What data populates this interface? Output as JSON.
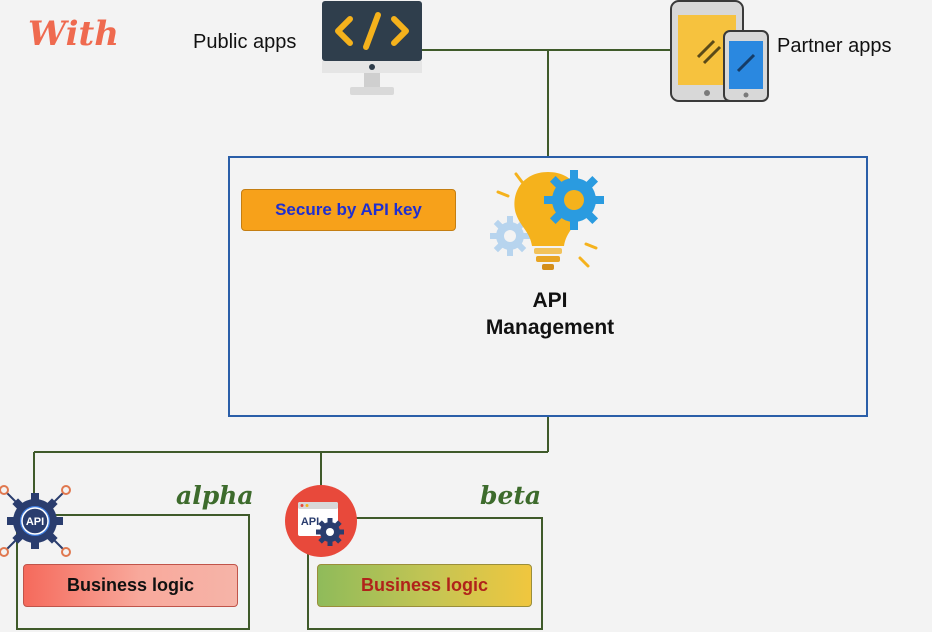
{
  "header": {
    "with_label": "With"
  },
  "clients": {
    "public_label": "Public apps",
    "partner_label": "Partner apps"
  },
  "api_management": {
    "badge_label": "Secure by API key",
    "title_line1": "API",
    "title_line2": "Management"
  },
  "services": [
    {
      "name": "alpha",
      "logic_label": "Business logic",
      "icon_text": "API"
    },
    {
      "name": "beta",
      "logic_label": "Business logic",
      "icon_text": "API"
    }
  ],
  "colors": {
    "accent_with": "#ef6a4f",
    "apim_border": "#2a5ea8",
    "service_border": "#3f5a2a",
    "connector": "#3f5a2a",
    "badge_bg": "#f7a11a",
    "badge_text": "#1f2fd0"
  },
  "icons": {
    "public_apps": "code-monitor-icon",
    "partner_apps": "mobile-devices-icon",
    "api_management": "lightbulb-gear-icon",
    "alpha": "api-gear-network-icon",
    "beta": "api-window-gear-icon"
  }
}
